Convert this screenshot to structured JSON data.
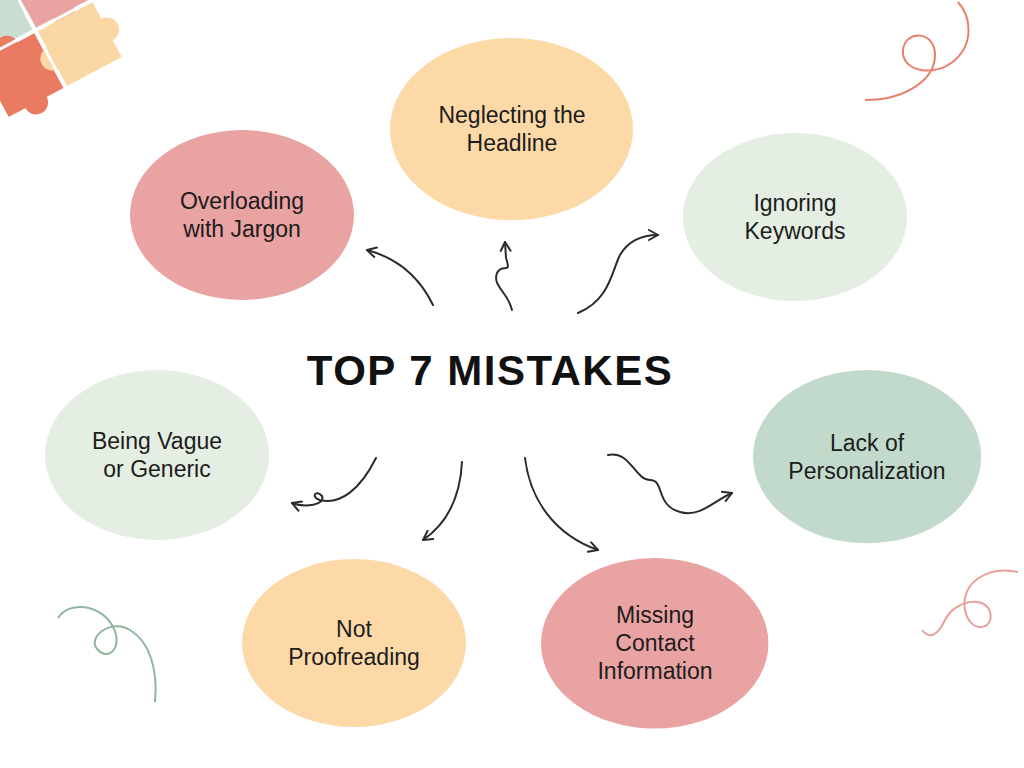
{
  "diagram": {
    "title": "TOP 7 MISTAKES",
    "nodes": [
      {
        "text": [
          "Neglecting the Headline"
        ]
      },
      {
        "text": [
          "Overloading with Jargon"
        ]
      },
      {
        "text": [
          "Ignoring Keywords"
        ]
      },
      {
        "text": [
          "Being Vague or Generic"
        ]
      },
      {
        "text": [
          "Lack of Personalization"
        ]
      },
      {
        "text": [
          "Not Proofreading"
        ]
      },
      {
        "text": [
          "Missing Contact Information"
        ]
      }
    ]
  }
}
